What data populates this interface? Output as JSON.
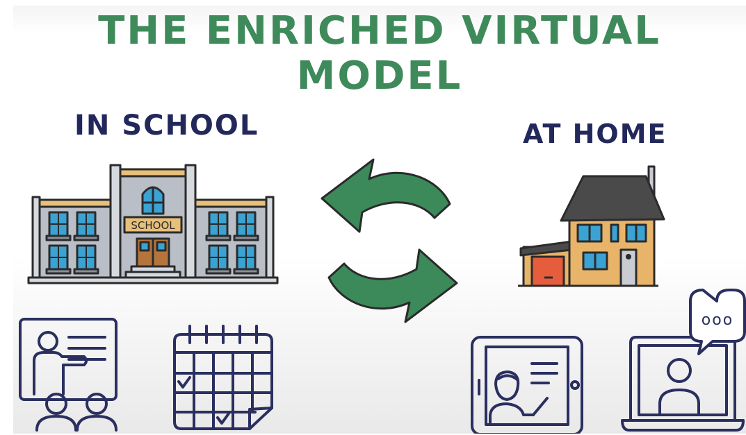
{
  "title": "THE ENRICHED VIRTUAL MODEL",
  "in_school": {
    "label": "IN SCHOOL",
    "building_sign": "SCHOOL"
  },
  "at_home": {
    "label": "AT HOME",
    "chat_bubble": "ooo"
  },
  "colors": {
    "title_green": "#3f8a5a",
    "label_navy": "#23285b",
    "arrow_green": "#3c8a5a",
    "icon_navy": "#2a2f5f",
    "window_blue": "#3aa3d3",
    "brick_tan": "#e8b46a",
    "roof_gray": "#4a4a4a",
    "garage_red": "#e55d3d"
  },
  "icons": [
    "school-building-icon",
    "cycle-arrows-icon",
    "house-icon",
    "classroom-teacher-icon",
    "calendar-icon",
    "tablet-teacher-icon",
    "laptop-chat-icon"
  ]
}
